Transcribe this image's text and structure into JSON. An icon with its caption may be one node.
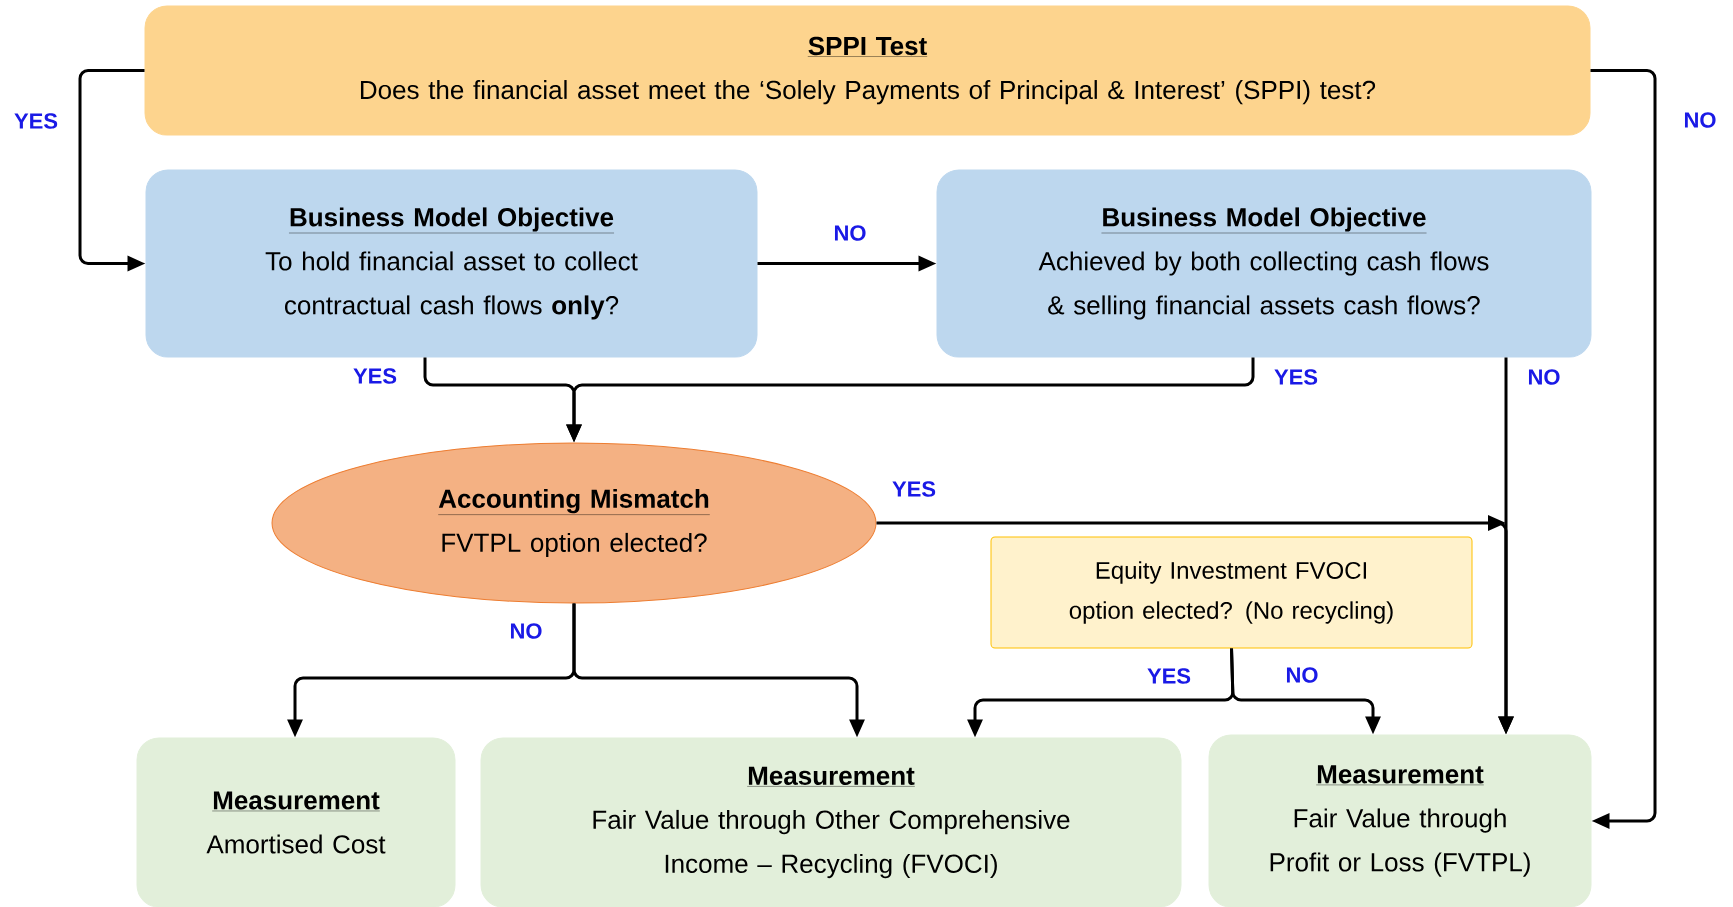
{
  "diagram": {
    "nodes": [
      {
        "text": [
          "SPPI Test",
          "Does the financial asset meet the ‘Solely Payments of Principal & Interest’ (SPPI) test?"
        ]
      },
      {
        "text": [
          "Business Model Objective",
          "To hold financial asset to collect contractual cash flows **only**?"
        ]
      },
      {
        "text": [
          "Business Model Objective",
          "Achieved by both collecting cash flows & selling financial assets cash flows?"
        ]
      },
      {
        "text": [
          "Accounting Mismatch",
          "FVTPL option elected?"
        ]
      },
      {
        "text": [
          "Equity Investment FVOCI option elected? (No recycling)"
        ]
      },
      {
        "text": [
          "Measurement",
          "Amortised Cost"
        ]
      },
      {
        "text": [
          "Measurement",
          "Fair Value through Other Comprehensive Income – Recycling (FVOCI)"
        ]
      },
      {
        "text": [
          "Measurement",
          "Fair Value through Profit or Loss (FVTPL)"
        ]
      }
    ],
    "edges": [
      {
        "from": 0,
        "to": 1,
        "arrow": "to",
        "label": "YES"
      },
      {
        "from": 0,
        "to": 7,
        "arrow": "to",
        "label": "NO"
      },
      {
        "from": 1,
        "to": 2,
        "arrow": "to",
        "label": "NO"
      },
      {
        "from": 1,
        "to": 3,
        "arrow": "to",
        "label": "YES"
      },
      {
        "from": 2,
        "to": 3,
        "arrow": "to",
        "label": "YES"
      },
      {
        "from": 2,
        "to": 7,
        "arrow": "to",
        "label": "NO"
      },
      {
        "from": 3,
        "to": 7,
        "arrow": "to",
        "label": "YES"
      },
      {
        "from": 3,
        "to": 5,
        "arrow": "to",
        "label": "NO"
      },
      {
        "from": 3,
        "to": 6,
        "arrow": "to"
      },
      {
        "from": 4,
        "to": 6,
        "arrow": "to",
        "label": "YES"
      },
      {
        "from": 4,
        "to": 7,
        "arrow": "to",
        "label": "NO"
      }
    ]
  }
}
